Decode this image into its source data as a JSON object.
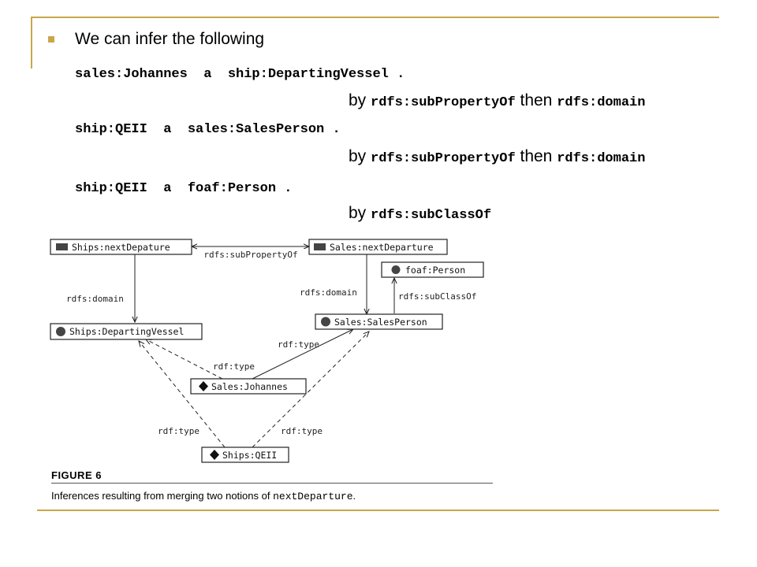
{
  "slide": {
    "heading": "We can infer the following",
    "inferences": [
      {
        "triple": "sales:Johannes  a  ship:DepartingVessel .",
        "by_prefix": "by ",
        "first_rule": "rdfs:subPropertyOf",
        "then_word": " then ",
        "second_rule": "rdfs:domain"
      },
      {
        "triple": "ship:QEII  a  sales:SalesPerson .",
        "by_prefix": "by ",
        "first_rule": "rdfs:subPropertyOf",
        "then_word": " then ",
        "second_rule": "rdfs:domain"
      },
      {
        "triple": "ship:QEII  a  foaf:Person .",
        "by_prefix": "by ",
        "first_rule": "rdfs:subClassOf"
      }
    ]
  },
  "diagram": {
    "nodes": {
      "ships_next": "Ships:nextDepature",
      "sales_next": "Sales:nextDeparture",
      "foaf_person": "foaf:Person",
      "departing_vessel": "Ships:DepartingVessel",
      "sales_person": "Sales:SalesPerson",
      "johannes": "Sales:Johannes",
      "qeii": "Ships:QEII"
    },
    "edge_labels": {
      "subproperty": "rdfs:subPropertyOf",
      "domain_left": "rdfs:domain",
      "domain_right": "rdfs:domain",
      "subclass": "rdfs:subClassOf",
      "type_johannes_dv": "rdf:type",
      "type_johannes_sp": "rdf:type",
      "type_qeii_dv": "rdf:type",
      "type_qeii_sp": "rdf:type"
    },
    "figure": {
      "title": "FIGURE  6",
      "caption_pre": "Inferences resulting from merging two notions of ",
      "caption_code": "nextDeparture",
      "caption_post": "."
    }
  }
}
